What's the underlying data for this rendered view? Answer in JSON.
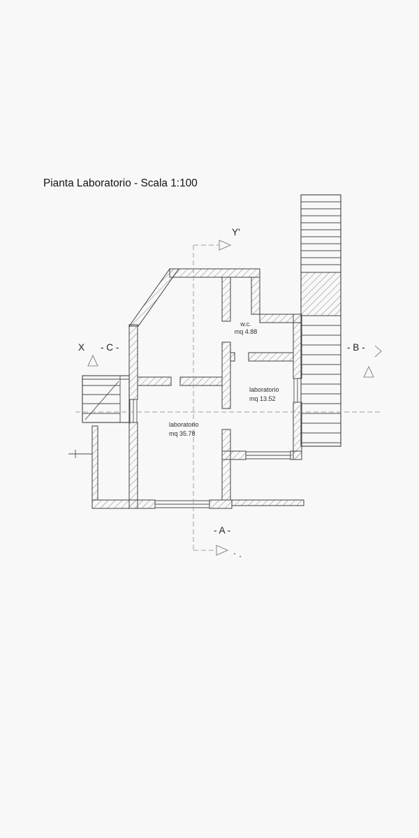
{
  "title": "Pianta Laboratorio - Scala 1:100",
  "colors": {
    "background": "#f7f8f7",
    "wall_ink": "#3f3f3f",
    "hatch": "#8a8a8a",
    "dashed_line": "#a0a0a0",
    "text": "#1d1d1d"
  },
  "rooms": {
    "wc": {
      "name": "w.c.",
      "area": "mq 4.88"
    },
    "lab_small": {
      "name": "laboratorio",
      "area": "mq 13.52"
    },
    "lab_large": {
      "name": "laboratorio",
      "area": "mq 35.78"
    }
  },
  "sections": {
    "y_top": "Y'",
    "x_left": "X",
    "c_left": "- C -",
    "b_right": "- B -",
    "a_bottom": "- A -"
  }
}
